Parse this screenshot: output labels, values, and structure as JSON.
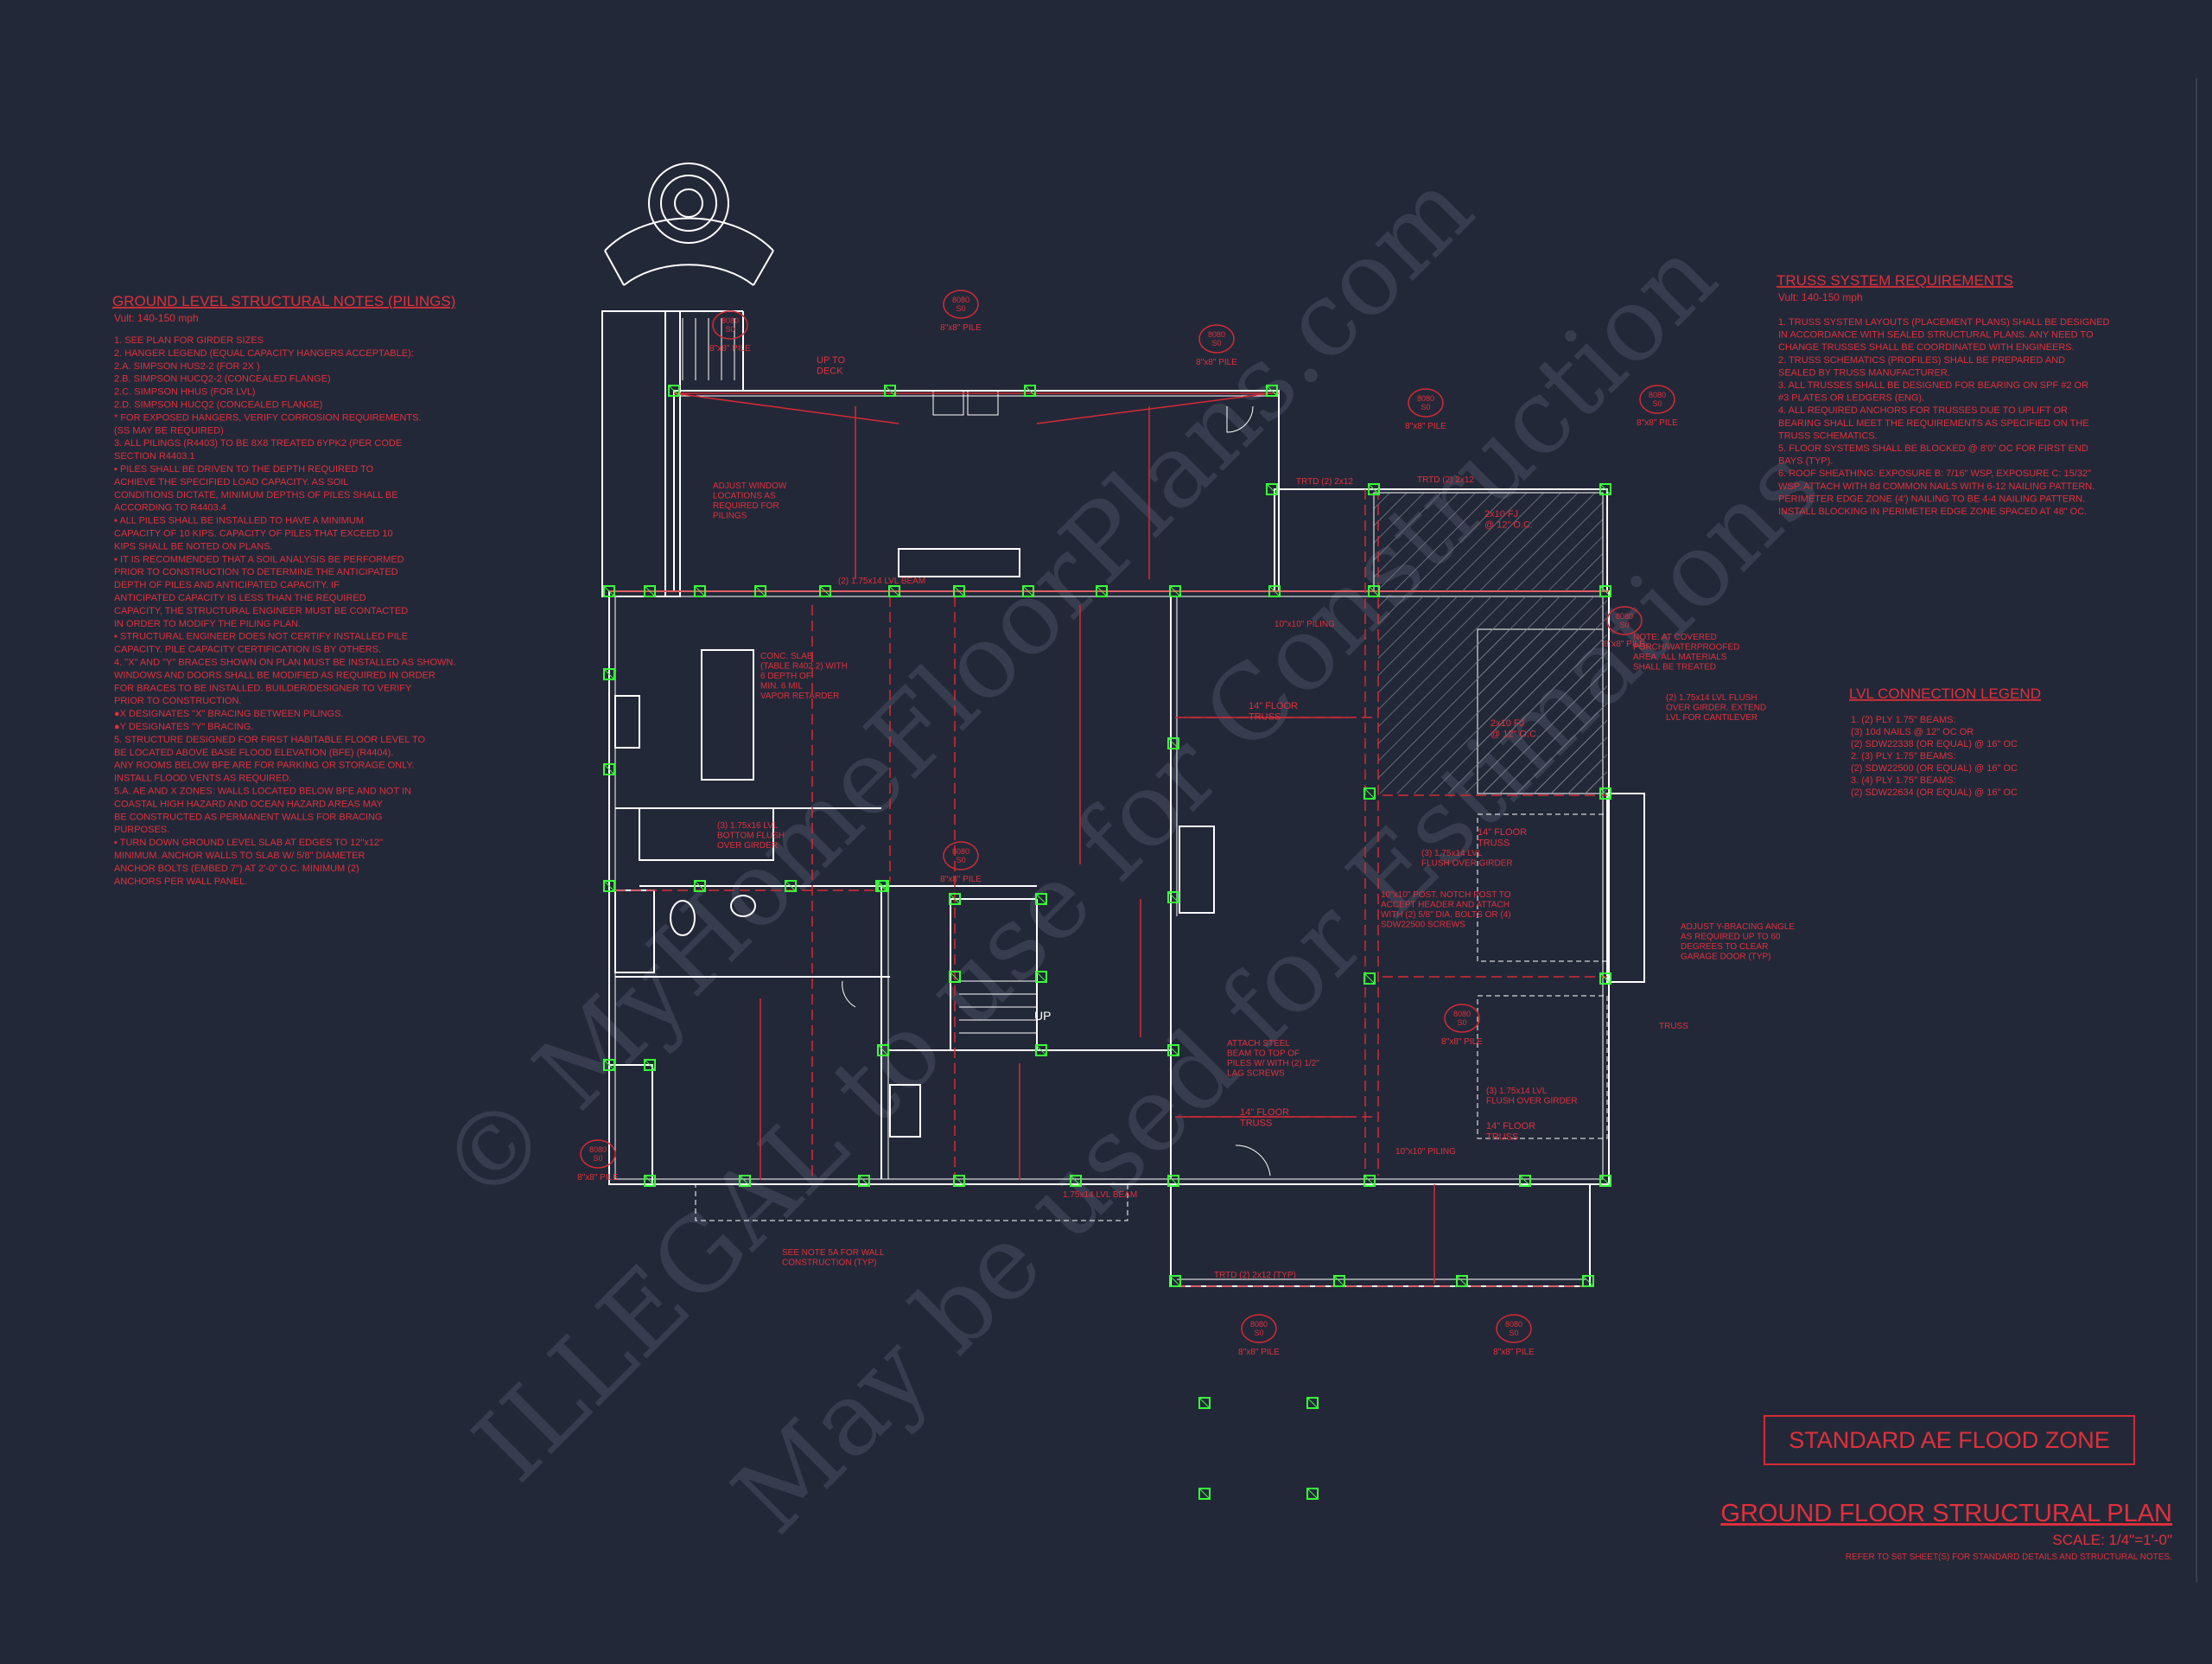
{
  "colors": {
    "background": "#232838",
    "wall": "#ffffff",
    "annotation": "#e0303a",
    "piling": "#39ff39",
    "hatch": "#7a7f8c",
    "watermark": "#3a4052"
  },
  "watermarks": {
    "line1": "© MyHomeFloorPlans.com",
    "line2": "ILLEGAL to use for Construction",
    "line3": "May be used for Estimations"
  },
  "notes": {
    "title": "GROUND LEVEL STRUCTURAL NOTES (PILINGS)",
    "wind": "Vult: 140-150 mph",
    "items": [
      "1.   SEE PLAN FOR GIRDER SIZES",
      "2.   HANGER LEGEND (EQUAL CAPACITY HANGERS ACCEPTABLE):",
      "  2.A.     SIMPSON HUS2-2 (FOR 2X )",
      "  2.B.     SIMPSON HUCQ2-2 (CONCEALED FLANGE)",
      "  2.C.     SIMPSON HHUS (FOR LVL)",
      "  2.D.     SIMPSON HUCQ2 (CONCEALED FLANGE)",
      "*    FOR EXPOSED HANGERS, VERIFY CORROSION REQUIREMENTS.",
      "       (SS MAY BE REQUIRED)",
      "3.   ALL PILINGS (R4403) TO BE 8X8 TREATED 6YPK2 (PER CODE",
      "       SECTION R4403.1",
      "▪     PILES SHALL BE DRIVEN TO THE DEPTH REQUIRED TO",
      "       ACHIEVE THE SPECIFIED LOAD CAPACITY. AS SOIL",
      "       CONDITIONS DICTATE, MINIMUM DEPTHS OF PILES SHALL BE",
      "       ACCORDING TO R4403.4",
      "▪     ALL PILES SHALL BE INSTALLED TO HAVE A MINIMUM",
      "       CAPACITY OF 10 KIPS. CAPACITY OF PILES THAT EXCEED 10",
      "       KIPS SHALL BE NOTED ON PLANS.",
      "▪     IT IS RECOMMENDED THAT A SOIL ANALYSIS BE PERFORMED",
      "       PRIOR TO CONSTRUCTION TO DETERMINE THE ANTICIPATED",
      "       DEPTH OF PILES AND ANTICIPATED CAPACITY. IF",
      "       ANTICIPATED CAPACITY IS LESS THAN THE REQUIRED",
      "       CAPACITY, THE STRUCTURAL ENGINEER MUST BE CONTACTED",
      "       IN ORDER TO MODIFY THE PILING PLAN.",
      "▪     STRUCTURAL ENGINEER DOES NOT CERTIFY INSTALLED PILE",
      "       CAPACITY. PILE CAPACITY CERTIFICATION IS BY OTHERS.",
      "4.   \"X\" AND \"Y\" BRACES SHOWN ON PLAN MUST BE INSTALLED AS SHOWN.",
      "       WINDOWS AND DOORS SHALL BE MODIFIED AS REQUIRED IN ORDER",
      "       FOR BRACES TO BE INSTALLED. BUILDER/DESIGNER TO VERIFY",
      "       PRIOR TO CONSTRUCTION.",
      "●X   DESIGNATES \"X\" BRACING BETWEEN PILINGS.",
      "●Y   DESIGNATES \"Y\" BRACING.",
      "5.   STRUCTURE DESIGNED FOR FIRST HABITABLE FLOOR LEVEL TO",
      "       BE LOCATED ABOVE BASE FLOOD ELEVATION (BFE) (R4404).",
      "       ANY ROOMS BELOW BFE ARE FOR PARKING OR STORAGE ONLY.",
      "       INSTALL FLOOD VENTS AS REQUIRED.",
      "  5.A.     AE AND X ZONES: WALLS LOCATED BELOW BFE AND NOT IN",
      "              COASTAL HIGH HAZARD AND OCEAN HAZARD AREAS MAY",
      "              BE CONSTRUCTED AS PERMANENT WALLS FOR BRACING",
      "              PURPOSES.",
      "        ▪     TURN DOWN GROUND LEVEL SLAB AT EDGES TO 12\"x12\"",
      "              MINIMUM. ANCHOR WALLS TO SLAB W/ 5/8\" DIAMETER",
      "              ANCHOR BOLTS (EMBED 7\") AT 2'-0\" O.C. MINIMUM (2)",
      "              ANCHORS PER WALL PANEL."
    ]
  },
  "truss": {
    "title": "TRUSS SYSTEM REQUIREMENTS",
    "wind": "Vult: 140-150 mph",
    "items": [
      "1.    TRUSS SYSTEM LAYOUTS (PLACEMENT PLANS) SHALL BE DESIGNED",
      "        IN ACCORDANCE WITH SEALED STRUCTURAL PLANS. ANY NEED TO",
      "        CHANGE TRUSSES SHALL BE COORDINATED WITH ENGINEERS.",
      "2.    TRUSS SCHEMATICS (PROFILES) SHALL BE PREPARED AND",
      "        SEALED BY TRUSS MANUFACTURER.",
      "3.    ALL TRUSSES SHALL BE DESIGNED FOR BEARING ON SPF #2 OR",
      "        #3 PLATES OR LEDGERS (ENG).",
      "4.    ALL REQUIRED ANCHORS FOR TRUSSES DUE TO UPLIFT OR",
      "        BEARING SHALL MEET THE REQUIREMENTS AS SPECIFIED ON THE",
      "        TRUSS SCHEMATICS.",
      "5.    FLOOR SYSTEMS SHALL BE BLOCKED @ 8'0\" OC FOR FIRST END",
      "        BAYS (TYP).",
      "6.    ROOF SHEATHING: EXPOSURE B: 7/16\" WSP, EXPOSURE C: 15/32\"",
      "        WSP. ATTACH WITH 8d COMMON NAILS WITH 6-12 NAILING PATTERN.",
      "        PERIMETER EDGE ZONE (4') NAILING TO BE 4-4 NAILING PATTERN.",
      "        INSTALL BLOCKING IN PERIMETER EDGE ZONE SPACED AT 48\" OC."
    ]
  },
  "lvl": {
    "title": "LVL CONNECTION LEGEND",
    "items": [
      "1.    (2) PLY 1.75\" BEAMS:",
      "        (3) 10d NAILS @ 12\" OC OR",
      "        (2) SDW22338 (OR EQUAL) @ 16\" OC",
      "2.    (3) PLY 1.75\" BEAMS:",
      "        (2) SDW22500 (OR EQUAL) @ 16\" OC",
      "3.    (4) PLY 1.75\" BEAMS:",
      "        (2) SDW22634 (OR EQUAL) @ 16\" OC"
    ]
  },
  "flood_zone": "STANDARD AE FLOOD ZONE",
  "titleblock": {
    "title": "GROUND FLOOR STRUCTURAL PLAN",
    "scale": "SCALE: 1/4\"=1'-0\"",
    "ref": "REFER TO S6T SHEET(S) FOR STANDARD DETAILS AND STRUCTURAL NOTES."
  },
  "plan": {
    "up_to_deck": "UP TO\nDECK",
    "up": "UP",
    "pile_tag_top": "8080\nS0",
    "pile_label": "8\"x8\" PILE",
    "labels": {
      "beam_top": "(2) 1.75x14 LVL BEAM",
      "treated": "TRTD (2) 2x12",
      "slab": "CONC. SLAB\n(TABLE R402.2) WITH\n6 DEPTH OF\nMIN. 6 MIL\nVAPOR RETARDER",
      "adjust_window": "ADJUST WINDOW\nLOCATIONS AS\nREQUIRED FOR\nPILINGS",
      "lvl_bottom": "(3) 1.75x16 LVL\nBOTTOM FLUSH\nOVER GIRDER",
      "truss_14": "14\" FLOOR\nTRUSS",
      "fj_2x10": "2x10 FJ\n@ 12\" O.C.",
      "covered_note": "NOTE: AT COVERED\nPORCH/WATERPROOFED\nAREA, ALL MATERIALS\nSHALL BE TREATED",
      "lvl_flush": "(2) 1.75x14 LVL FLUSH\nOVER GIRDER. EXTEND\nLVL FOR CANTILEVER",
      "post_notch": "10\"x10\" POST. NOTCH POST TO\nACCEPT HEADER AND ATTACH\nWITH (2) 5/8\" DIA. BOLTS OR (4)\nSDW22500 SCREWS",
      "attach_steel": "ATTACH STEEL\nBEAM TO TOP OF\nPILES W/ WITH (2) 1/2\"\nLAG SCREWS",
      "adjust_y": "ADJUST Y-BRACING ANGLE\nAS REQUIRED UP TO 60\nDEGREES TO CLEAR\nGARAGE DOOR (TYP)",
      "truss_label": "TRUSS",
      "see_note": "SEE NOTE 5A FOR WALL\nCONSTRUCTION (TYP)",
      "pile_10": "10\"x10\" PILING",
      "lvl_beam_bottom": "1.75x14 LVL BEAM",
      "trtd_bottom": "TRTD (2) 2x12 (TYP)",
      "lvl_girder": "(3) 1.75x14 LVL\nFLUSH OVER GIRDER"
    }
  }
}
